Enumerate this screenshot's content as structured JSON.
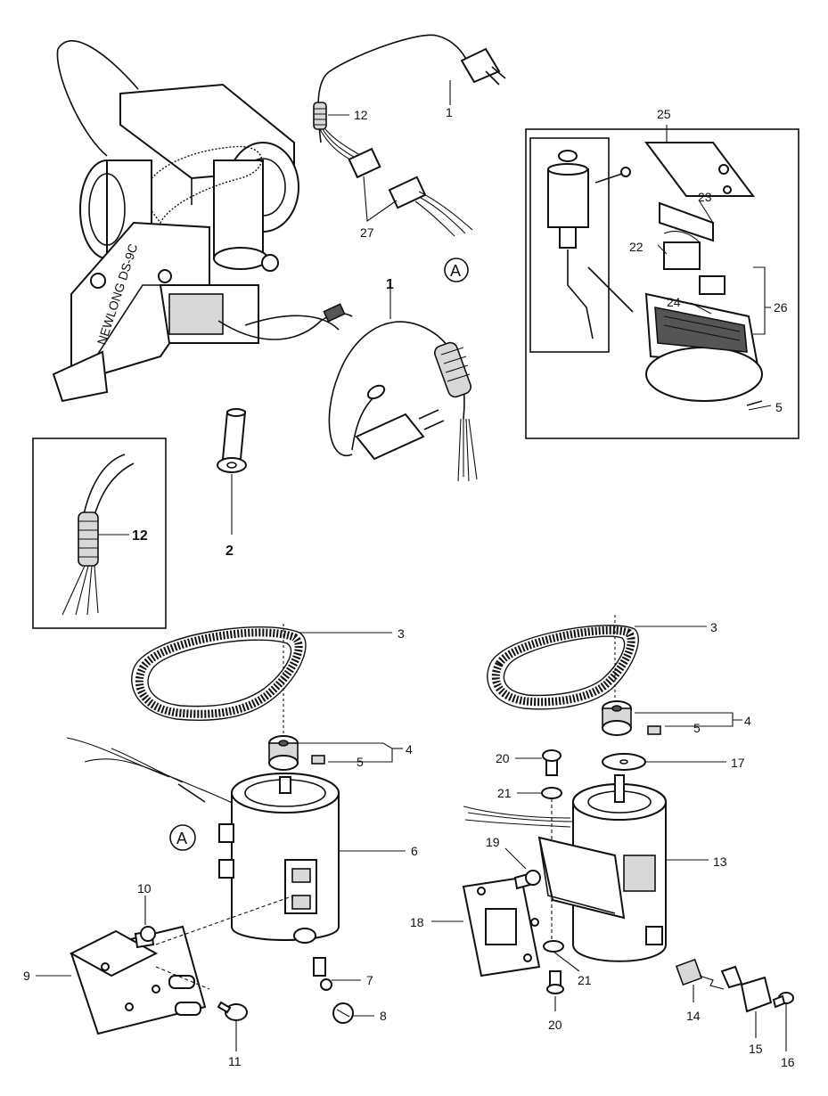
{
  "callouts": {
    "c1_top": "1",
    "c12_top": "12",
    "c27": "27",
    "c1_mid": "1",
    "c2": "2",
    "c12_inset": "12",
    "c25": "25",
    "c23": "23",
    "c22": "22",
    "c24": "24",
    "c26": "26",
    "c5_box": "5",
    "c3_left": "3",
    "c4_left": "4",
    "c5_left": "5",
    "c6": "6",
    "c7": "7",
    "c8": "8",
    "c9": "9",
    "c10": "10",
    "c11": "11",
    "c3_right": "3",
    "c4_right": "4",
    "c5_right": "5",
    "c17": "17",
    "c20_top": "20",
    "c21_top": "21",
    "c19": "19",
    "c13": "13",
    "c18": "18",
    "c20_bottom": "20",
    "c21_bottom": "21",
    "c14": "14",
    "c15": "15",
    "c16": "16"
  },
  "markers": {
    "a_upper": "A",
    "a_lower": "A"
  },
  "machine_text": "NEWLONG DS-9C"
}
